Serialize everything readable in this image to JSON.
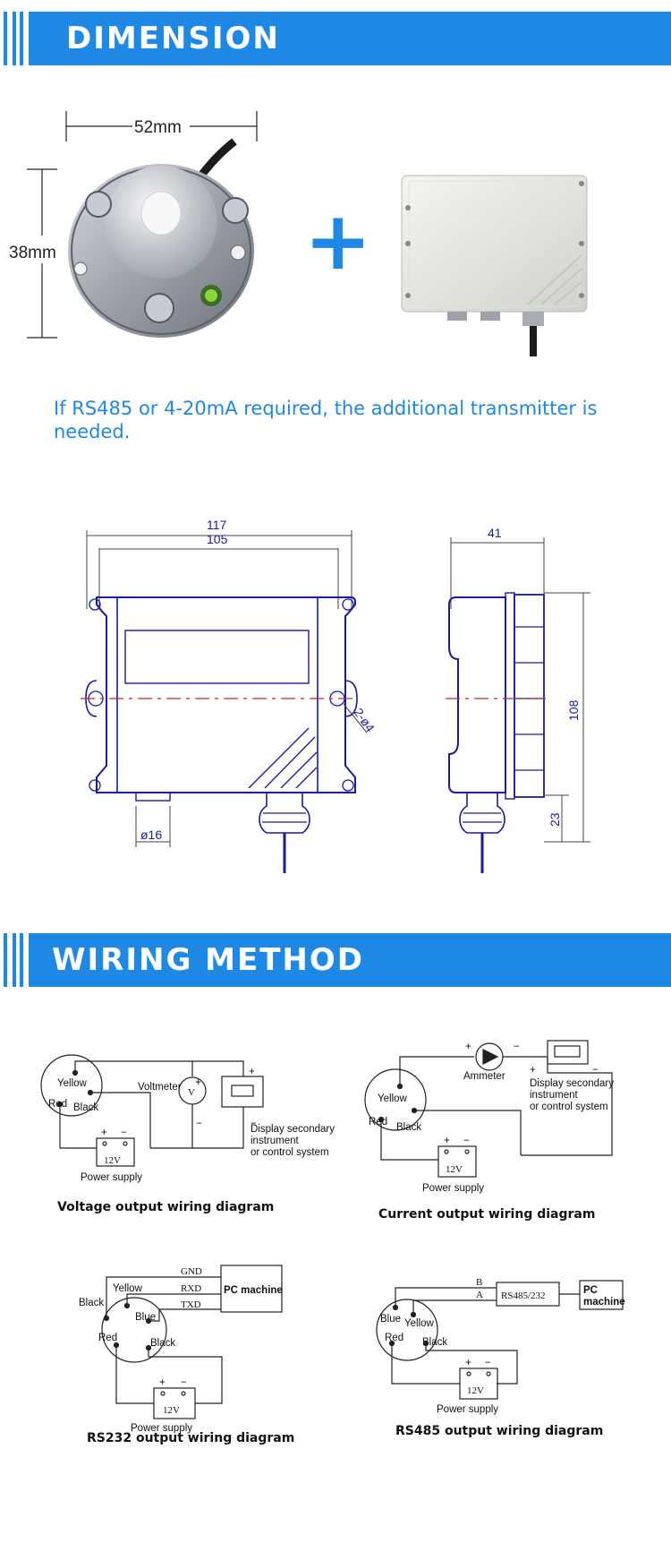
{
  "sections": {
    "dimension_title": "DIMENSION",
    "wiring_title": "WIRING METHOD"
  },
  "dimension": {
    "width_label": "52mm",
    "height_label": "38mm",
    "plus_symbol": "+",
    "note": "If RS485 or 4-20mA required, the additional transmitter is needed."
  },
  "drawing": {
    "dim_117": "117",
    "dim_105": "105",
    "dim_41": "41",
    "dim_108": "108",
    "dim_23": "23",
    "dim_16": "ø16",
    "dim_hole": "2-ø4"
  },
  "wiring": {
    "voltage": {
      "caption": "Voltage output wiring diagram",
      "yellow": "Yellow",
      "red": "Red",
      "black": "Black",
      "meter": "Voltmeter",
      "meter_symbol": "V",
      "display": [
        "Display secondary",
        "instrument",
        "or control system"
      ],
      "psu": "12V",
      "psu_label": "Power supply"
    },
    "current": {
      "caption": "Current output wiring diagram",
      "yellow": "Yellow",
      "red": "Red",
      "black": "Black",
      "meter": "Ammeter",
      "display": [
        "Display secondary",
        "instrument",
        "or control system"
      ],
      "psu": "12V",
      "psu_label": "Power supply"
    },
    "rs232": {
      "caption": "RS232 output wiring diagram",
      "gnd": "GND",
      "rxd": "RXD",
      "txd": "TXD",
      "pc": "PC machine",
      "yellow": "Yellow",
      "black1": "Black",
      "blue": "Blue",
      "red": "Red",
      "black2": "Black",
      "psu": "12V",
      "psu_label": "Power supply"
    },
    "rs485": {
      "caption": "RS485 output wiring diagram",
      "b": "B",
      "a": "A",
      "converter": "RS485/232",
      "pc": [
        "PC",
        "machine"
      ],
      "blue": "Blue",
      "yellow": "Yellow",
      "red": "Red",
      "black": "Black",
      "psu": "12V",
      "psu_label": "Power supply"
    }
  },
  "colors": {
    "accent": "#1e88e5",
    "drawing": "#1a1aa0"
  }
}
